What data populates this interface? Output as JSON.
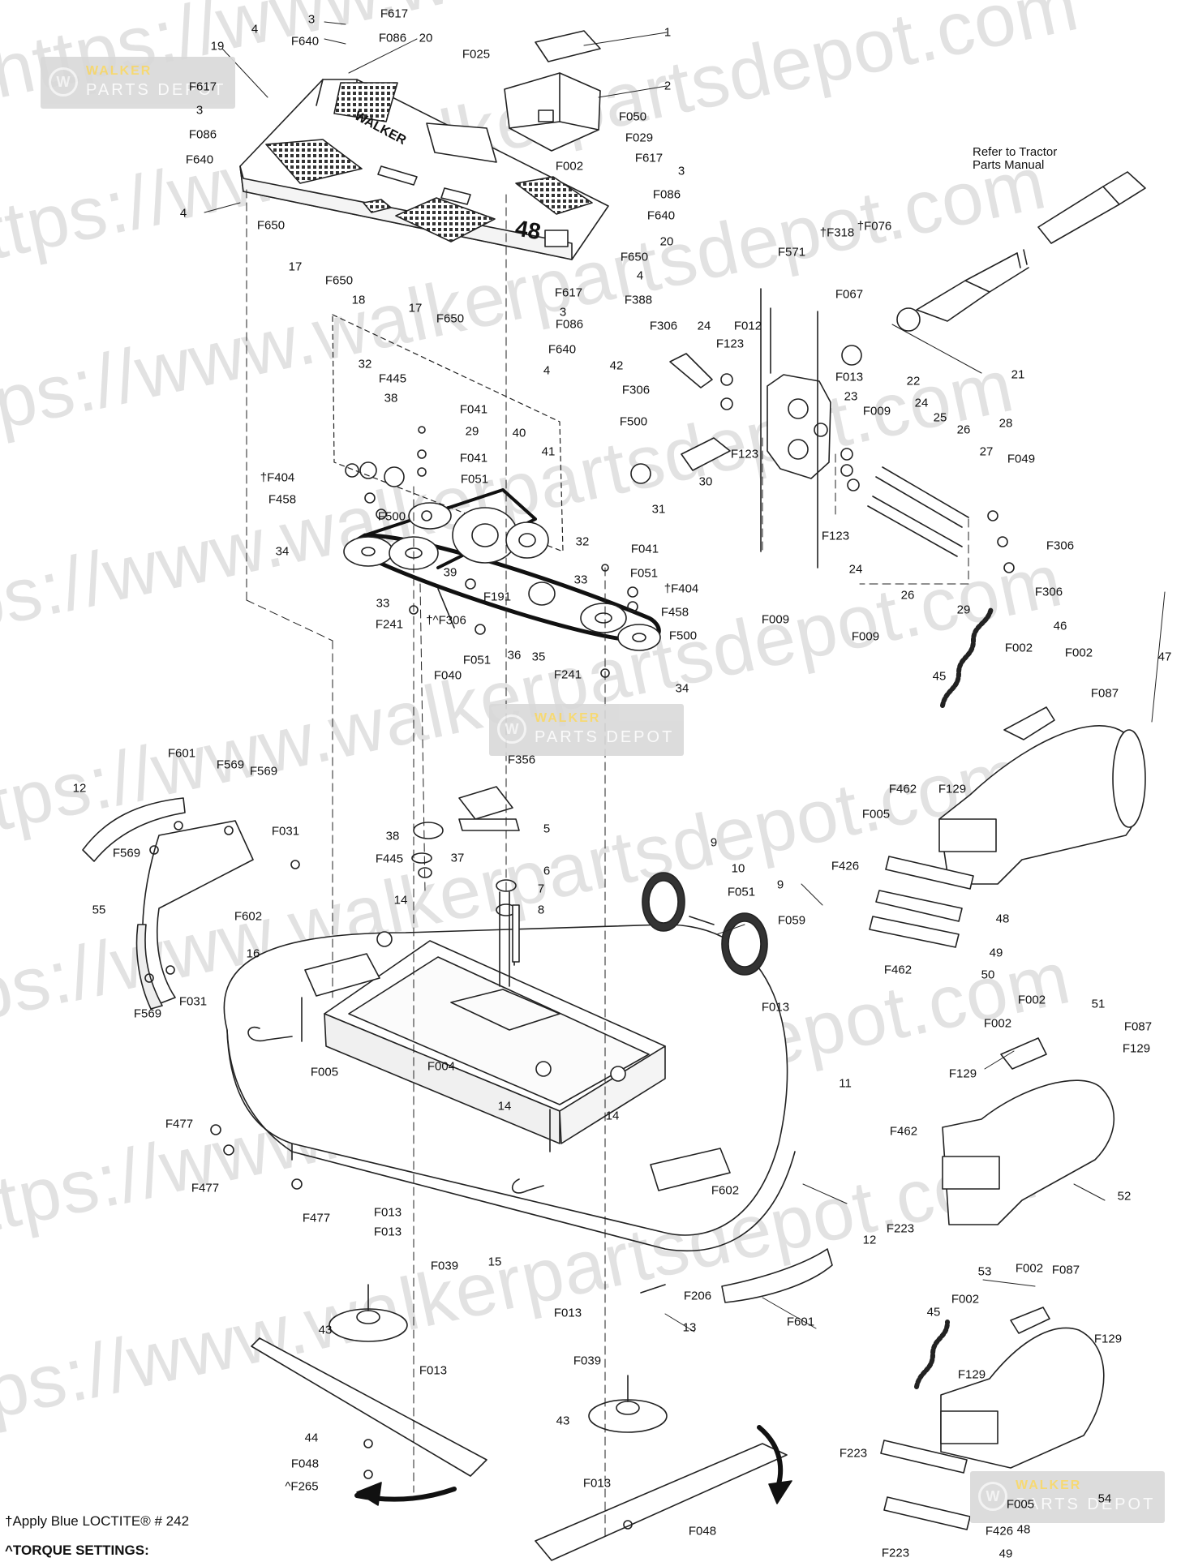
{
  "diagram": {
    "watermark_text": "https://www.walkerpartsdepot.com",
    "logo": {
      "line1": "WALKER",
      "line2": "PARTS DEPOT",
      "mark": "W"
    },
    "deck_markings": {
      "brand": "WALKER",
      "size": "48"
    },
    "reference_note": {
      "line1": "Refer to Tractor",
      "line2": "Parts Manual"
    },
    "footer": {
      "loctite_note": "†Apply Blue LOCTITE® # 242",
      "torque_title": "^TORQUE SETTINGS:"
    },
    "callouts": [
      {
        "id": "c1",
        "text": "F617"
      },
      {
        "id": "c2",
        "text": "3"
      },
      {
        "id": "c3",
        "text": "F640"
      },
      {
        "id": "c4",
        "text": "F086"
      },
      {
        "id": "c5",
        "text": "20"
      },
      {
        "id": "c6",
        "text": "4"
      },
      {
        "id": "c7",
        "text": "19"
      },
      {
        "id": "c8",
        "text": "F617"
      },
      {
        "id": "c9",
        "text": "3"
      },
      {
        "id": "c10",
        "text": "F086"
      },
      {
        "id": "c11",
        "text": "F640"
      },
      {
        "id": "c12",
        "text": "4"
      },
      {
        "id": "c13",
        "text": "F650"
      },
      {
        "id": "c14",
        "text": "17"
      },
      {
        "id": "c15",
        "text": "F650"
      },
      {
        "id": "c16",
        "text": "18"
      },
      {
        "id": "c17",
        "text": "17"
      },
      {
        "id": "c18",
        "text": "F025"
      },
      {
        "id": "c19",
        "text": "1"
      },
      {
        "id": "c20",
        "text": "2"
      },
      {
        "id": "c21",
        "text": "F050"
      },
      {
        "id": "c22",
        "text": "F029"
      },
      {
        "id": "c23",
        "text": "F002"
      },
      {
        "id": "c24",
        "text": "F617"
      },
      {
        "id": "c25",
        "text": "3"
      },
      {
        "id": "c26",
        "text": "F086"
      },
      {
        "id": "c27",
        "text": "F640"
      },
      {
        "id": "c28",
        "text": "20"
      },
      {
        "id": "c29",
        "text": "F650"
      },
      {
        "id": "c30",
        "text": "4"
      },
      {
        "id": "c31",
        "text": "F617"
      },
      {
        "id": "c32",
        "text": "3"
      },
      {
        "id": "c33",
        "text": "F086"
      },
      {
        "id": "c34",
        "text": "F640"
      },
      {
        "id": "c35",
        "text": "F650"
      },
      {
        "id": "c36",
        "text": "4"
      },
      {
        "id": "c37",
        "text": "F571"
      },
      {
        "id": "c38",
        "text": "†F318"
      },
      {
        "id": "c39",
        "text": "†F076"
      },
      {
        "id": "c40",
        "text": "F067"
      },
      {
        "id": "c41",
        "text": "F388"
      },
      {
        "id": "c42",
        "text": "F306"
      },
      {
        "id": "c43",
        "text": "24"
      },
      {
        "id": "c44",
        "text": "F012"
      },
      {
        "id": "c45",
        "text": "F123"
      },
      {
        "id": "c46",
        "text": "42"
      },
      {
        "id": "c47",
        "text": "F306"
      },
      {
        "id": "c48",
        "text": "F013"
      },
      {
        "id": "c49",
        "text": "22"
      },
      {
        "id": "c50",
        "text": "21"
      },
      {
        "id": "c51",
        "text": "23"
      },
      {
        "id": "c52",
        "text": "F009"
      },
      {
        "id": "c53",
        "text": "24"
      },
      {
        "id": "c54",
        "text": "25"
      },
      {
        "id": "c55",
        "text": "F500"
      },
      {
        "id": "c56",
        "text": "F123"
      },
      {
        "id": "c57",
        "text": "30"
      },
      {
        "id": "c58",
        "text": "31"
      },
      {
        "id": "c59",
        "text": "26"
      },
      {
        "id": "c60",
        "text": "28"
      },
      {
        "id": "c61",
        "text": "27"
      },
      {
        "id": "c62",
        "text": "F049"
      },
      {
        "id": "c63",
        "text": "F123"
      },
      {
        "id": "c64",
        "text": "24"
      },
      {
        "id": "c65",
        "text": "F306"
      },
      {
        "id": "c66",
        "text": "F306"
      },
      {
        "id": "c67",
        "text": "26"
      },
      {
        "id": "c68",
        "text": "29"
      },
      {
        "id": "c69",
        "text": "F009"
      },
      {
        "id": "c70",
        "text": "F009"
      },
      {
        "id": "c71",
        "text": "32"
      },
      {
        "id": "c72",
        "text": "F445"
      },
      {
        "id": "c73",
        "text": "38"
      },
      {
        "id": "c74",
        "text": "F041"
      },
      {
        "id": "c75",
        "text": "29"
      },
      {
        "id": "c76",
        "text": "40"
      },
      {
        "id": "c77",
        "text": "41"
      },
      {
        "id": "c78",
        "text": "F041"
      },
      {
        "id": "c79",
        "text": "F051"
      },
      {
        "id": "c80",
        "text": "†F404"
      },
      {
        "id": "c81",
        "text": "F458"
      },
      {
        "id": "c82",
        "text": "F500"
      },
      {
        "id": "c83",
        "text": "34"
      },
      {
        "id": "c84",
        "text": "32"
      },
      {
        "id": "c85",
        "text": "F041"
      },
      {
        "id": "c86",
        "text": "F051"
      },
      {
        "id": "c87",
        "text": "39"
      },
      {
        "id": "c88",
        "text": "33"
      },
      {
        "id": "c89",
        "text": "33"
      },
      {
        "id": "c90",
        "text": "†F404"
      },
      {
        "id": "c91",
        "text": "F191"
      },
      {
        "id": "c92",
        "text": "F458"
      },
      {
        "id": "c93",
        "text": "F241"
      },
      {
        "id": "c94",
        "text": "†^F306"
      },
      {
        "id": "c95",
        "text": "F500"
      },
      {
        "id": "c96",
        "text": "36"
      },
      {
        "id": "c97",
        "text": "35"
      },
      {
        "id": "c98",
        "text": "F040"
      },
      {
        "id": "c99",
        "text": "F051"
      },
      {
        "id": "c100",
        "text": "F241"
      },
      {
        "id": "c101",
        "text": "34"
      },
      {
        "id": "c102",
        "text": "45"
      },
      {
        "id": "c103",
        "text": "F002"
      },
      {
        "id": "c104",
        "text": "46"
      },
      {
        "id": "c105",
        "text": "F002"
      },
      {
        "id": "c106",
        "text": "47"
      },
      {
        "id": "c107",
        "text": "F087"
      },
      {
        "id": "c108",
        "text": "F129"
      },
      {
        "id": "c109",
        "text": "F462"
      },
      {
        "id": "c110",
        "text": "F005"
      },
      {
        "id": "c111",
        "text": "F426"
      },
      {
        "id": "c112",
        "text": "48"
      },
      {
        "id": "c113",
        "text": "49"
      },
      {
        "id": "c114",
        "text": "F462"
      },
      {
        "id": "c115",
        "text": "50"
      },
      {
        "id": "c116",
        "text": "F356"
      },
      {
        "id": "c117",
        "text": "5"
      },
      {
        "id": "c118",
        "text": "6"
      },
      {
        "id": "c119",
        "text": "7"
      },
      {
        "id": "c120",
        "text": "8"
      },
      {
        "id": "c121",
        "text": "38"
      },
      {
        "id": "c122",
        "text": "F445"
      },
      {
        "id": "c123",
        "text": "37"
      },
      {
        "id": "c124",
        "text": "9"
      },
      {
        "id": "c125",
        "text": "10"
      },
      {
        "id": "c126",
        "text": "F051"
      },
      {
        "id": "c127",
        "text": "9"
      },
      {
        "id": "c128",
        "text": "F059"
      },
      {
        "id": "c129",
        "text": "F601"
      },
      {
        "id": "c130",
        "text": "F569"
      },
      {
        "id": "c131",
        "text": "F569"
      },
      {
        "id": "c132",
        "text": "12"
      },
      {
        "id": "c133",
        "text": "F031"
      },
      {
        "id": "c134",
        "text": "F569"
      },
      {
        "id": "c135",
        "text": "F602"
      },
      {
        "id": "c136",
        "text": "55"
      },
      {
        "id": "c137",
        "text": "14"
      },
      {
        "id": "c138",
        "text": "16"
      },
      {
        "id": "c139",
        "text": "F569"
      },
      {
        "id": "c140",
        "text": "F031"
      },
      {
        "id": "c141",
        "text": "F005"
      },
      {
        "id": "c142",
        "text": "F004"
      },
      {
        "id": "c143",
        "text": "14"
      },
      {
        "id": "c144",
        "text": "14"
      },
      {
        "id": "c145",
        "text": "F013"
      },
      {
        "id": "c146",
        "text": "11"
      },
      {
        "id": "c147",
        "text": "F477"
      },
      {
        "id": "c148",
        "text": "F477"
      },
      {
        "id": "c149",
        "text": "F477"
      },
      {
        "id": "c150",
        "text": "F013"
      },
      {
        "id": "c151",
        "text": "F013"
      },
      {
        "id": "c152",
        "text": "F039"
      },
      {
        "id": "c153",
        "text": "15"
      },
      {
        "id": "c154",
        "text": "F602"
      },
      {
        "id": "c155",
        "text": "12"
      },
      {
        "id": "c156",
        "text": "F206"
      },
      {
        "id": "c157",
        "text": "13"
      },
      {
        "id": "c158",
        "text": "F601"
      },
      {
        "id": "c159",
        "text": "F013"
      },
      {
        "id": "c160",
        "text": "43"
      },
      {
        "id": "c161",
        "text": "F013"
      },
      {
        "id": "c162",
        "text": "F039"
      },
      {
        "id": "c163",
        "text": "43"
      },
      {
        "id": "c164",
        "text": "44"
      },
      {
        "id": "c165",
        "text": "F048"
      },
      {
        "id": "c166",
        "text": "^F265"
      },
      {
        "id": "c167",
        "text": "F013"
      },
      {
        "id": "c168",
        "text": "F048"
      },
      {
        "id": "c169",
        "text": "F002"
      },
      {
        "id": "c170",
        "text": "51"
      },
      {
        "id": "c171",
        "text": "F002"
      },
      {
        "id": "c172",
        "text": "F087"
      },
      {
        "id": "c173",
        "text": "F129"
      },
      {
        "id": "c174",
        "text": "F129"
      },
      {
        "id": "c175",
        "text": "F462"
      },
      {
        "id": "c176",
        "text": "52"
      },
      {
        "id": "c177",
        "text": "F223"
      },
      {
        "id": "c178",
        "text": "53"
      },
      {
        "id": "c179",
        "text": "F002"
      },
      {
        "id": "c180",
        "text": "F087"
      },
      {
        "id": "c181",
        "text": "45"
      },
      {
        "id": "c182",
        "text": "F002"
      },
      {
        "id": "c183",
        "text": "F129"
      },
      {
        "id": "c184",
        "text": "F129"
      },
      {
        "id": "c185",
        "text": "F223"
      },
      {
        "id": "c186",
        "text": "F005"
      },
      {
        "id": "c187",
        "text": "54"
      },
      {
        "id": "c188",
        "text": "F426"
      },
      {
        "id": "c189",
        "text": "48"
      },
      {
        "id": "c190",
        "text": "F223"
      },
      {
        "id": "c191",
        "text": "49"
      }
    ]
  }
}
